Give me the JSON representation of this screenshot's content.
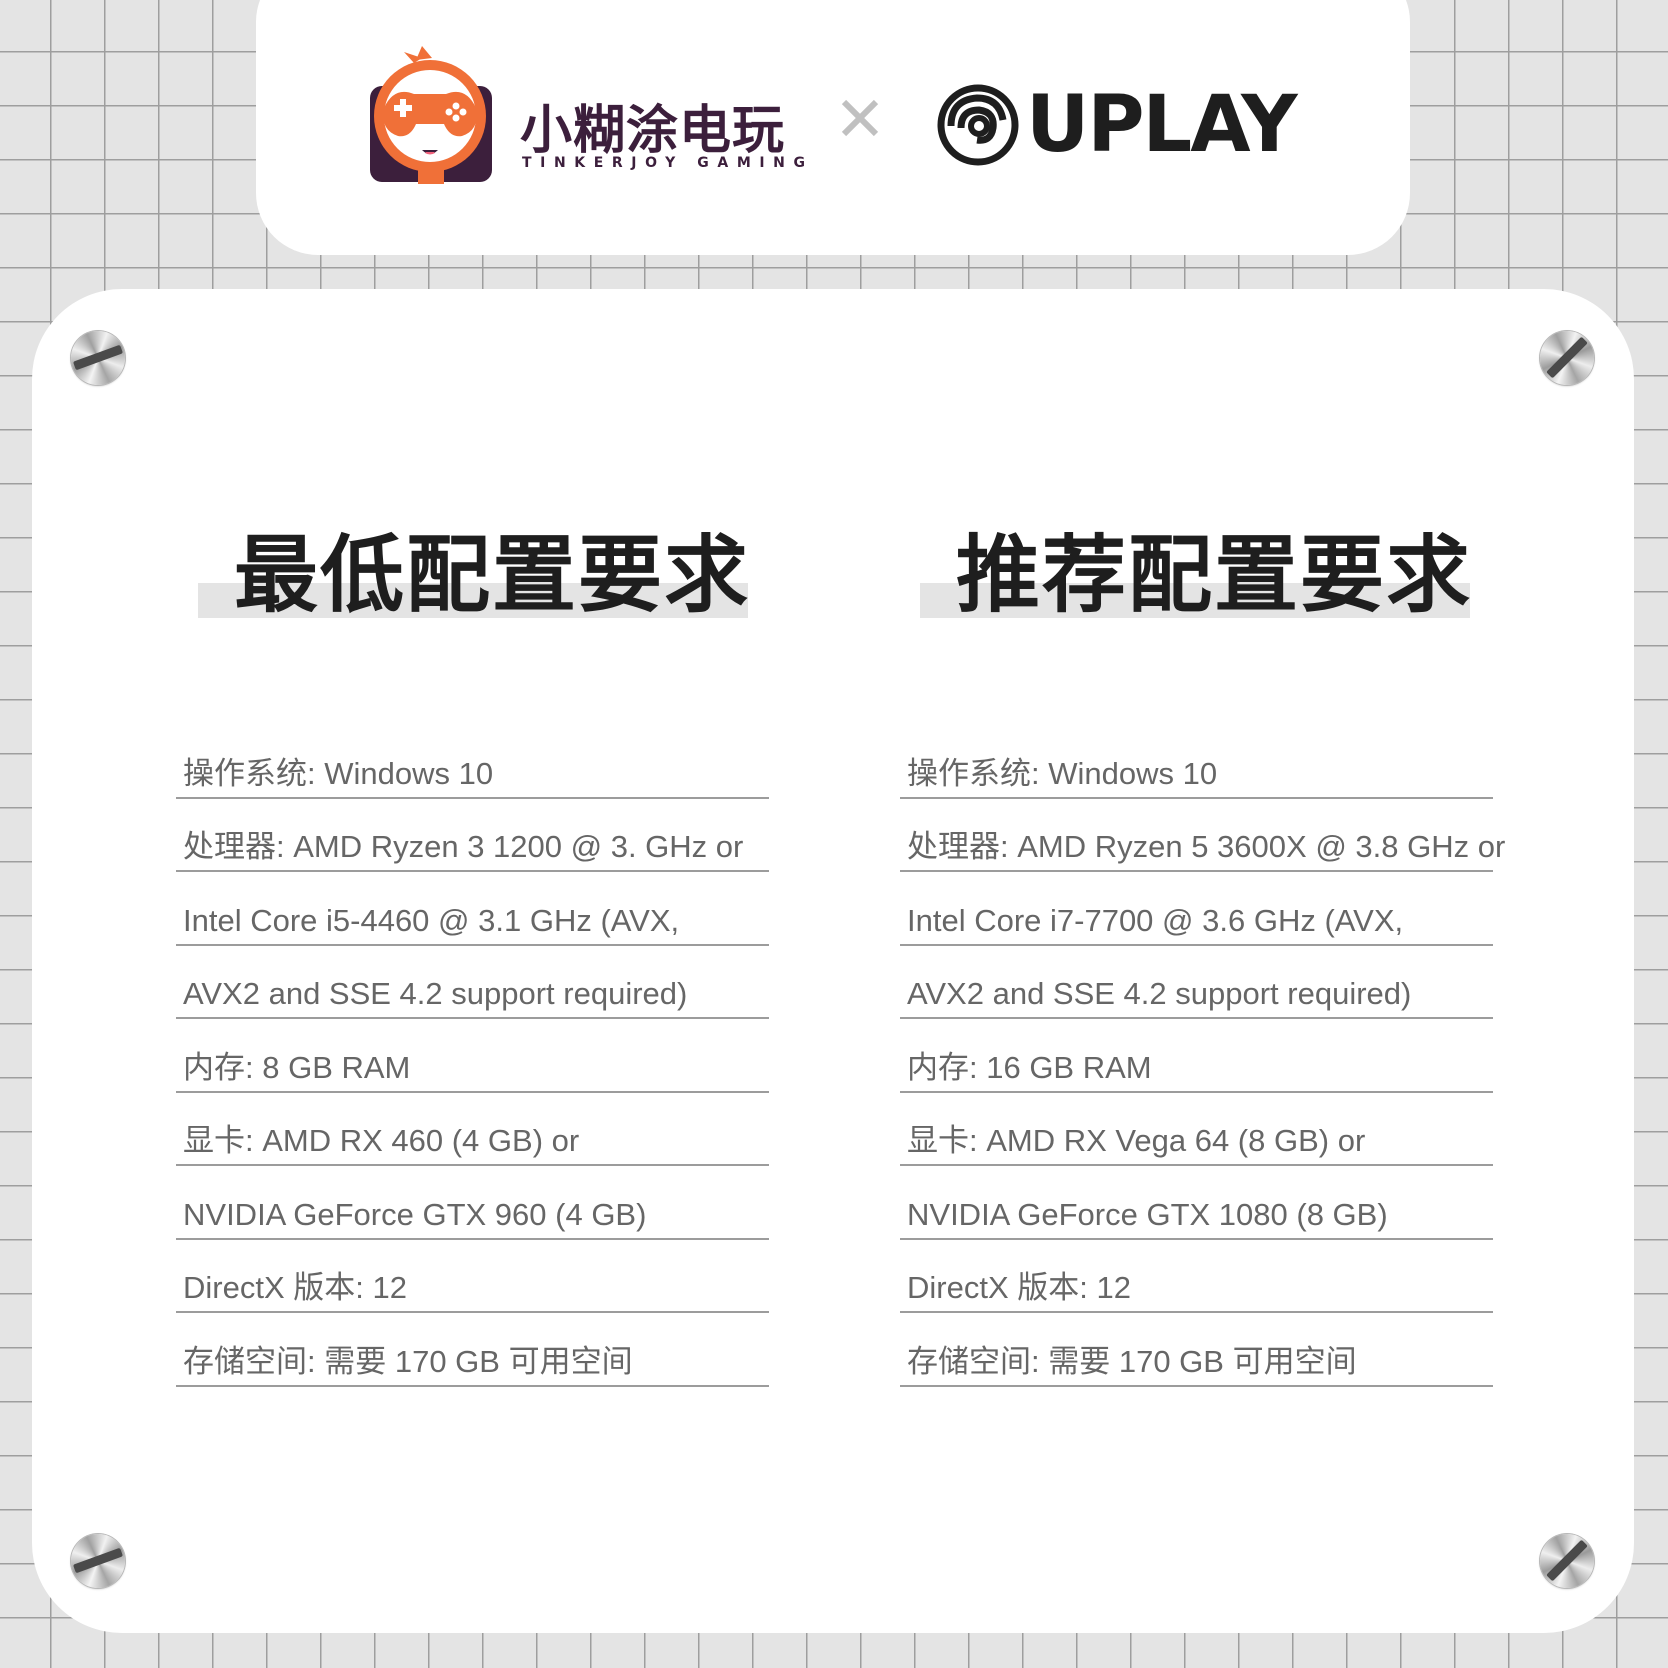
{
  "header": {
    "brand_cn": "小糊涂电玩",
    "brand_en": "TINKERJOY GAMING",
    "separator": "×",
    "partner": "UPLAY",
    "colors": {
      "brand_purple": "#3c1f3c",
      "brand_orange": "#f07038",
      "uplay_black": "#1e1e1e"
    }
  },
  "columns": [
    {
      "title": "最低配置要求",
      "specs": [
        "操作系统: Windows 10",
        "处理器: AMD Ryzen 3 1200 @ 3. GHz or",
        "Intel Core i5-4460 @ 3.1 GHz (AVX,",
        "AVX2 and SSE 4.2 support required)",
        "内存: 8 GB RAM",
        "显卡: AMD RX 460 (4 GB) or",
        "NVIDIA GeForce GTX 960 (4 GB)",
        "DirectX 版本: 12",
        "存储空间: 需要 170 GB 可用空间"
      ]
    },
    {
      "title": "推荐配置要求",
      "specs": [
        "操作系统: Windows 10",
        "处理器: AMD Ryzen 5 3600X @ 3.8 GHz or",
        "Intel Core i7-7700 @ 3.6 GHz (AVX,",
        "AVX2 and SSE 4.2 support required)",
        "内存: 16 GB RAM",
        "显卡: AMD RX Vega 64 (8 GB) or",
        "NVIDIA GeForce GTX 1080 (8 GB)",
        "DirectX 版本: 12",
        "存储空间: 需要 170 GB 可用空间"
      ]
    }
  ]
}
